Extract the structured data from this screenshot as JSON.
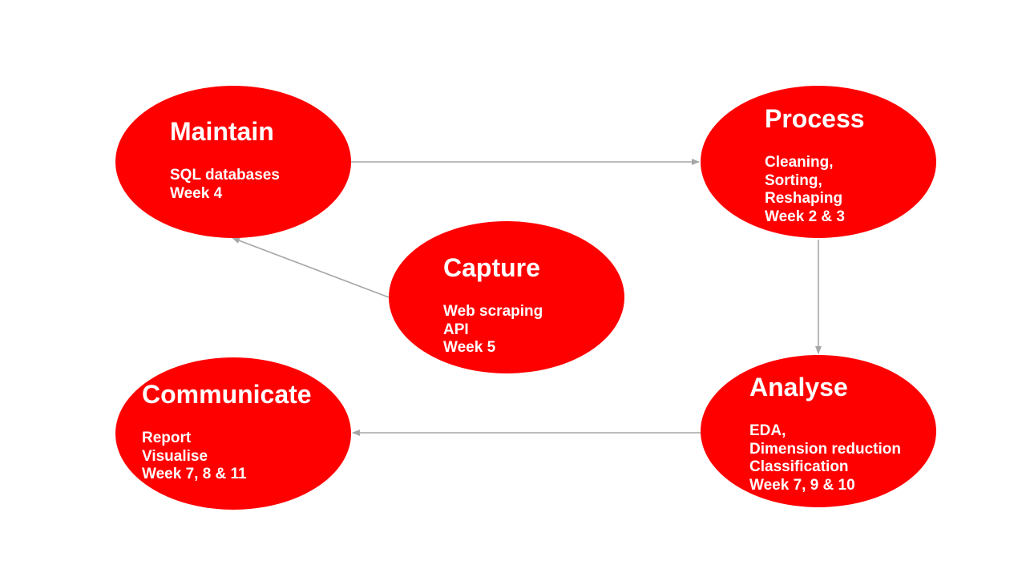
{
  "colors": {
    "node_fill": "#ff0000",
    "node_text": "#ffffff",
    "arrow": "#a6a6a6"
  },
  "nodes": {
    "maintain": {
      "title": "Maintain",
      "lines": [
        "SQL databases",
        "Week 4"
      ]
    },
    "process": {
      "title": "Process",
      "lines": [
        "Cleaning,",
        "Sorting,",
        "Reshaping",
        "Week 2 & 3"
      ]
    },
    "capture": {
      "title": "Capture",
      "lines": [
        "Web scraping",
        "API",
        "Week 5"
      ]
    },
    "communicate": {
      "title": "Communicate",
      "lines": [
        "Report",
        "Visualise",
        "Week 7, 8 & 11"
      ]
    },
    "analyse": {
      "title": "Analyse",
      "lines": [
        "EDA,",
        "Dimension reduction",
        "Classification",
        "Week 7, 9 & 10"
      ]
    }
  },
  "edges": [
    {
      "from": "capture",
      "to": "maintain"
    },
    {
      "from": "maintain",
      "to": "process"
    },
    {
      "from": "process",
      "to": "analyse"
    },
    {
      "from": "analyse",
      "to": "communicate"
    }
  ]
}
